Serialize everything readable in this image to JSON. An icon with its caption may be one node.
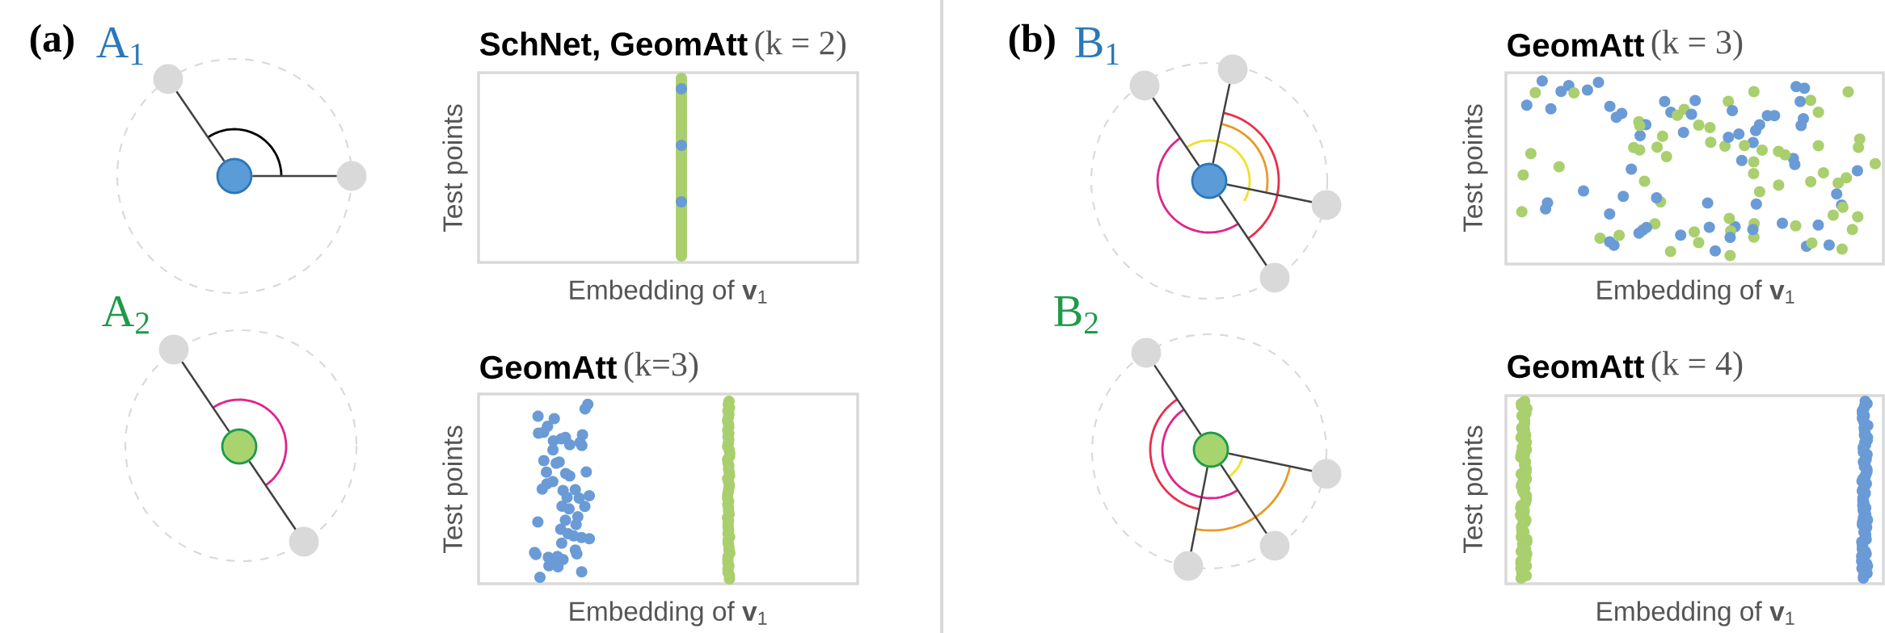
{
  "diagram": {
    "nodes": [
      {
        "text": [],
        "shape": "circle"
      },
      {
        "text": [],
        "shape": "circle"
      },
      {
        "text": [],
        "shape": "circle"
      },
      {
        "text": [],
        "shape": "circle"
      },
      {
        "text": [],
        "shape": "circle"
      },
      {
        "text": [],
        "shape": "circle"
      },
      {
        "text": [],
        "shape": "circle"
      },
      {
        "text": [],
        "shape": "circle"
      },
      {
        "text": [],
        "shape": "circle"
      },
      {
        "text": [],
        "shape": "circle"
      },
      {
        "text": [],
        "shape": "circle"
      },
      {
        "text": [],
        "shape": "circle"
      },
      {
        "text": [],
        "shape": "circle"
      },
      {
        "text": [],
        "shape": "circle"
      },
      {
        "text": [],
        "shape": "circle"
      },
      {
        "text": [],
        "shape": "circle"
      }
    ],
    "edges": [
      {
        "from": 0,
        "to": 1,
        "arrow": "none"
      },
      {
        "from": 0,
        "to": 2,
        "arrow": "none"
      },
      {
        "from": 3,
        "to": 4,
        "arrow": "none"
      },
      {
        "from": 3,
        "to": 5,
        "arrow": "none"
      },
      {
        "from": 6,
        "to": 7,
        "arrow": "none"
      },
      {
        "from": 6,
        "to": 8,
        "arrow": "none"
      },
      {
        "from": 6,
        "to": 9,
        "arrow": "none"
      },
      {
        "from": 6,
        "to": 10,
        "arrow": "none"
      },
      {
        "from": 11,
        "to": 12,
        "arrow": "none"
      },
      {
        "from": 11,
        "to": 13,
        "arrow": "none"
      },
      {
        "from": 11,
        "to": 14,
        "arrow": "none"
      },
      {
        "from": 11,
        "to": 15,
        "arrow": "none"
      }
    ],
    "labels": [
      "(a)",
      "A$_{1}$",
      "SchNet, GeomAtt",
      "(k = 2)",
      "Test points",
      "Embedding of **v**$_{1}$",
      "A$_{2}$",
      "GeomAtt",
      "(k=3)",
      "Test points",
      "Embedding of **v**$_{1}$",
      "(b)",
      "B$_{1}$",
      "GeomAtt",
      "(k = 3)",
      "Test points",
      "Embedding of **v**$_{1}$",
      "B$_{2}$",
      "GeomAtt",
      "(k = 4)",
      "Test points",
      "Embedding of **v**$_{1}$"
    ]
  }
}
